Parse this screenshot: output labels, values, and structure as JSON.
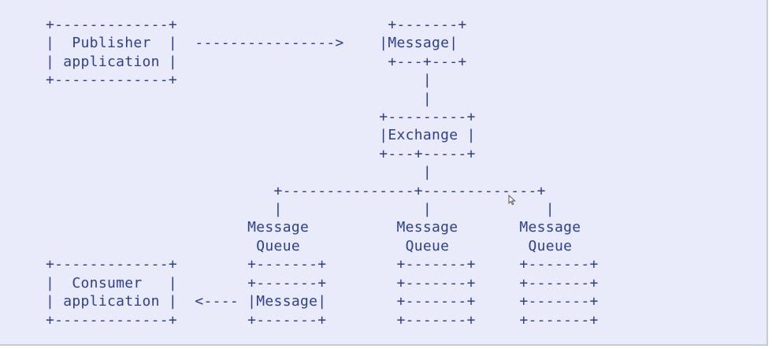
{
  "diagram": {
    "lines": [
      "+-------------+                        +-------+",
      "|  Publisher  |  ---------------->    |Message|",
      "| application |                        +---+---+",
      "+-------------+                            |",
      "                                           |",
      "                                      +---------+",
      "                                      |Exchange |",
      "                                      +---+-----+",
      "                                           |",
      "                          +---------------+-------------+",
      "                          |                |             |",
      "                       Message          Message       Message",
      "                        Queue            Queue         Queue",
      "+-------------+        +-------+        +-------+     +-------+",
      "|  Consumer   |        +-------+        +-------+     +-------+",
      "| application |  <---- |Message|        +-------+     +-------+",
      "+-------------+        +-------+        +-------+     +-------+"
    ]
  },
  "icons": {
    "cursor": "mouse-pointer-icon"
  }
}
